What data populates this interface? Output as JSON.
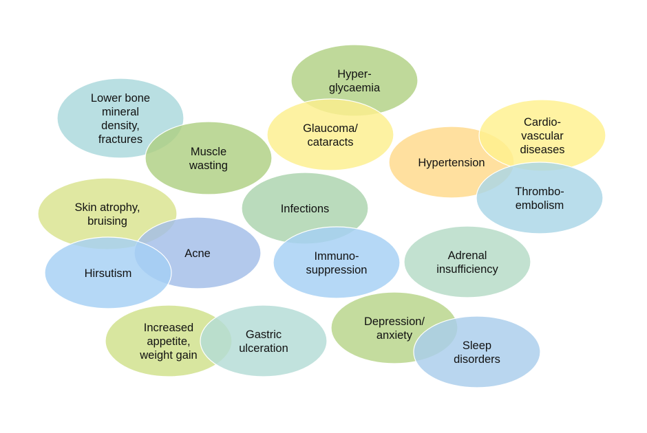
{
  "diagram": {
    "title": "Adverse effects",
    "items": [
      {
        "id": "lower-bone",
        "lines": [
          "Lower bone",
          "mineral",
          "density,",
          "fractures"
        ],
        "color": "#a9d8dc"
      },
      {
        "id": "muscle-wasting",
        "lines": [
          "Muscle",
          "wasting"
        ],
        "color": "#aed083"
      },
      {
        "id": "hyperglycaemia",
        "lines": [
          "Hyper-",
          "glycaemia"
        ],
        "color": "#b1d184"
      },
      {
        "id": "glaucoma",
        "lines": [
          "Glaucoma/",
          "cataracts"
        ],
        "color": "#fcef8e"
      },
      {
        "id": "hypertension",
        "lines": [
          "Hypertension"
        ],
        "color": "#ffd98a"
      },
      {
        "id": "cardiovascular",
        "lines": [
          "Cardio-",
          "vascular",
          "diseases"
        ],
        "color": "#fff08e"
      },
      {
        "id": "thromboembolism",
        "lines": [
          "Thrombo-",
          "embolism"
        ],
        "color": "#a9d6e6"
      },
      {
        "id": "skin-atrophy",
        "lines": [
          "Skin atrophy,",
          "bruising"
        ],
        "color": "#d9e38e"
      },
      {
        "id": "infections",
        "lines": [
          "Infections"
        ],
        "color": "#abd3ad"
      },
      {
        "id": "acne",
        "lines": [
          "Acne"
        ],
        "color": "#a2bde8"
      },
      {
        "id": "hirsutism",
        "lines": [
          "Hirsutism"
        ],
        "color": "#a5cff4"
      },
      {
        "id": "immunosuppression",
        "lines": [
          "Immuno-",
          "suppression"
        ],
        "color": "#a5cff4"
      },
      {
        "id": "adrenal",
        "lines": [
          "Adrenal",
          "insufficiency"
        ],
        "color": "#b5dbc6"
      },
      {
        "id": "appetite",
        "lines": [
          "Increased",
          "appetite,",
          "weight gain"
        ],
        "color": "#cfe08a"
      },
      {
        "id": "gastric",
        "lines": [
          "Gastric",
          "ulceration"
        ],
        "color": "#b3dcd6"
      },
      {
        "id": "depression",
        "lines": [
          "Depression/",
          "anxiety"
        ],
        "color": "#b7d489"
      },
      {
        "id": "sleep",
        "lines": [
          "Sleep",
          "disorders"
        ],
        "color": "#a9cdec"
      }
    ]
  }
}
